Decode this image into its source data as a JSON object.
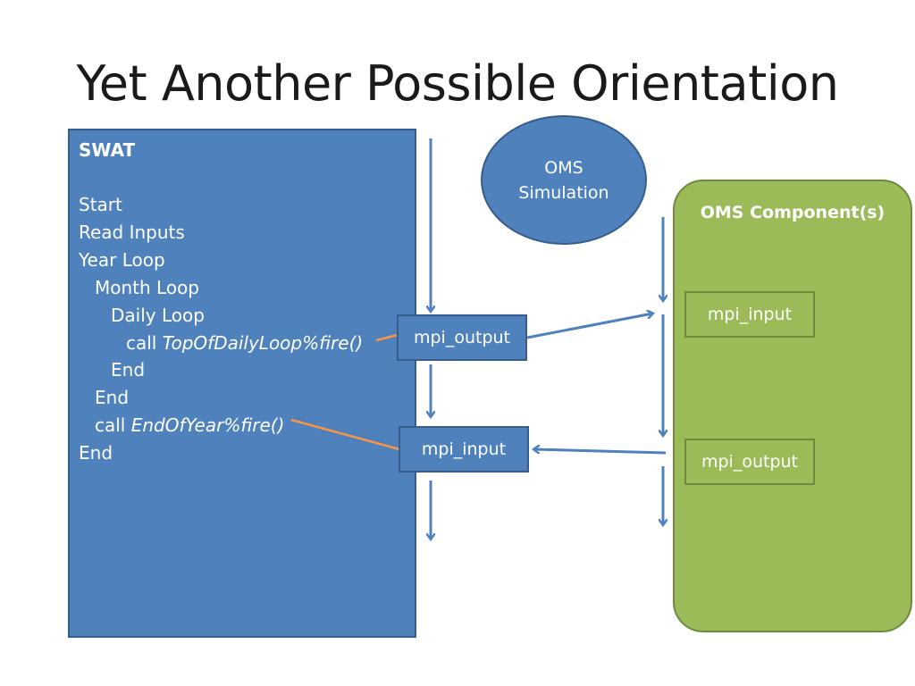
{
  "slide": {
    "title": "Yet Another Possible Orientation"
  },
  "swat": {
    "heading": "SWAT",
    "lines": [
      {
        "prefix": "Start",
        "italic": ""
      },
      {
        "prefix": "Read Inputs",
        "italic": ""
      },
      {
        "prefix": "Year Loop",
        "italic": ""
      },
      {
        "prefix": "Month Loop",
        "italic": ""
      },
      {
        "prefix": "Daily Loop",
        "italic": ""
      },
      {
        "prefix": "call ",
        "italic": "TopOfDailyLoop%fire()"
      },
      {
        "prefix": "End",
        "italic": ""
      },
      {
        "prefix": "End",
        "italic": ""
      },
      {
        "prefix": "call ",
        "italic": "EndOfYear%fire()"
      },
      {
        "prefix": "End",
        "italic": ""
      }
    ]
  },
  "oms_simulation": {
    "line1": "OMS",
    "line2": "Simulation"
  },
  "oms_component": {
    "title": "OMS Component(s)",
    "input_label": "mpi_input",
    "output_label": "mpi_output"
  },
  "swat_ports": {
    "output_label": "mpi_output",
    "input_label": "mpi_input"
  },
  "colors": {
    "blue_fill": "#4f81bd",
    "blue_border": "#385d8a",
    "green_fill": "#9bbb59",
    "green_border": "#71893f",
    "connector_orange": "#f79646"
  }
}
